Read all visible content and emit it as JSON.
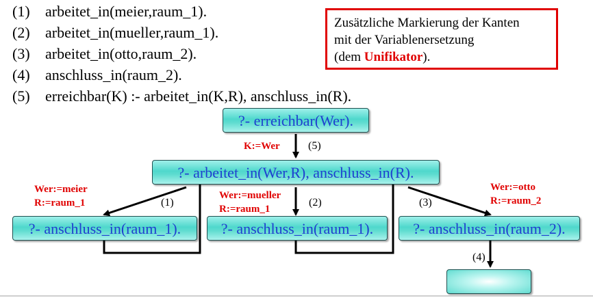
{
  "rules": [
    {
      "num": "(1)",
      "text": "arbeitet_in(meier,raum_1)."
    },
    {
      "num": "(2)",
      "text": "arbeitet_in(mueller,raum_1)."
    },
    {
      "num": "(3)",
      "text": "arbeitet_in(otto,raum_2)."
    },
    {
      "num": "(4)",
      "text": "anschluss_in(raum_2)."
    },
    {
      "num": "(5)",
      "text": "erreichbar(K) :- arbeitet_in(K,R), anschluss_in(R)."
    }
  ],
  "note": {
    "line1": "Zusätzliche Markierung der Kanten",
    "line2": "mit der Variablenersetzung",
    "line3_prefix": "(dem ",
    "highlight": "Unifikator",
    "line3_suffix": ")."
  },
  "nodes": {
    "root": "?- erreichbar(Wer).",
    "level1": "?- arbeitet_in(Wer,R), anschluss_in(R).",
    "left": "?- anschluss_in(raum_1).",
    "middle": "?- anschluss_in(raum_1).",
    "right": "?- anschluss_in(raum_2).",
    "success": ""
  },
  "edges": {
    "e5": {
      "sub": "K:=Wer",
      "num": "(5)"
    },
    "e1": {
      "sub1": "Wer:=meier",
      "sub2": "R:=raum_1",
      "num": "(1)"
    },
    "e2": {
      "sub1": "Wer:=mueller",
      "sub2": "R:=raum_1",
      "num": "(2)"
    },
    "e3": {
      "sub1": "Wer:=otto",
      "sub2": "R:=raum_2",
      "num": "(3)"
    },
    "e4": {
      "num": "(4)"
    }
  },
  "colors": {
    "accent": "#e00000",
    "node_text": "#1f3fd0",
    "node_fill": "#4fd8cc"
  }
}
